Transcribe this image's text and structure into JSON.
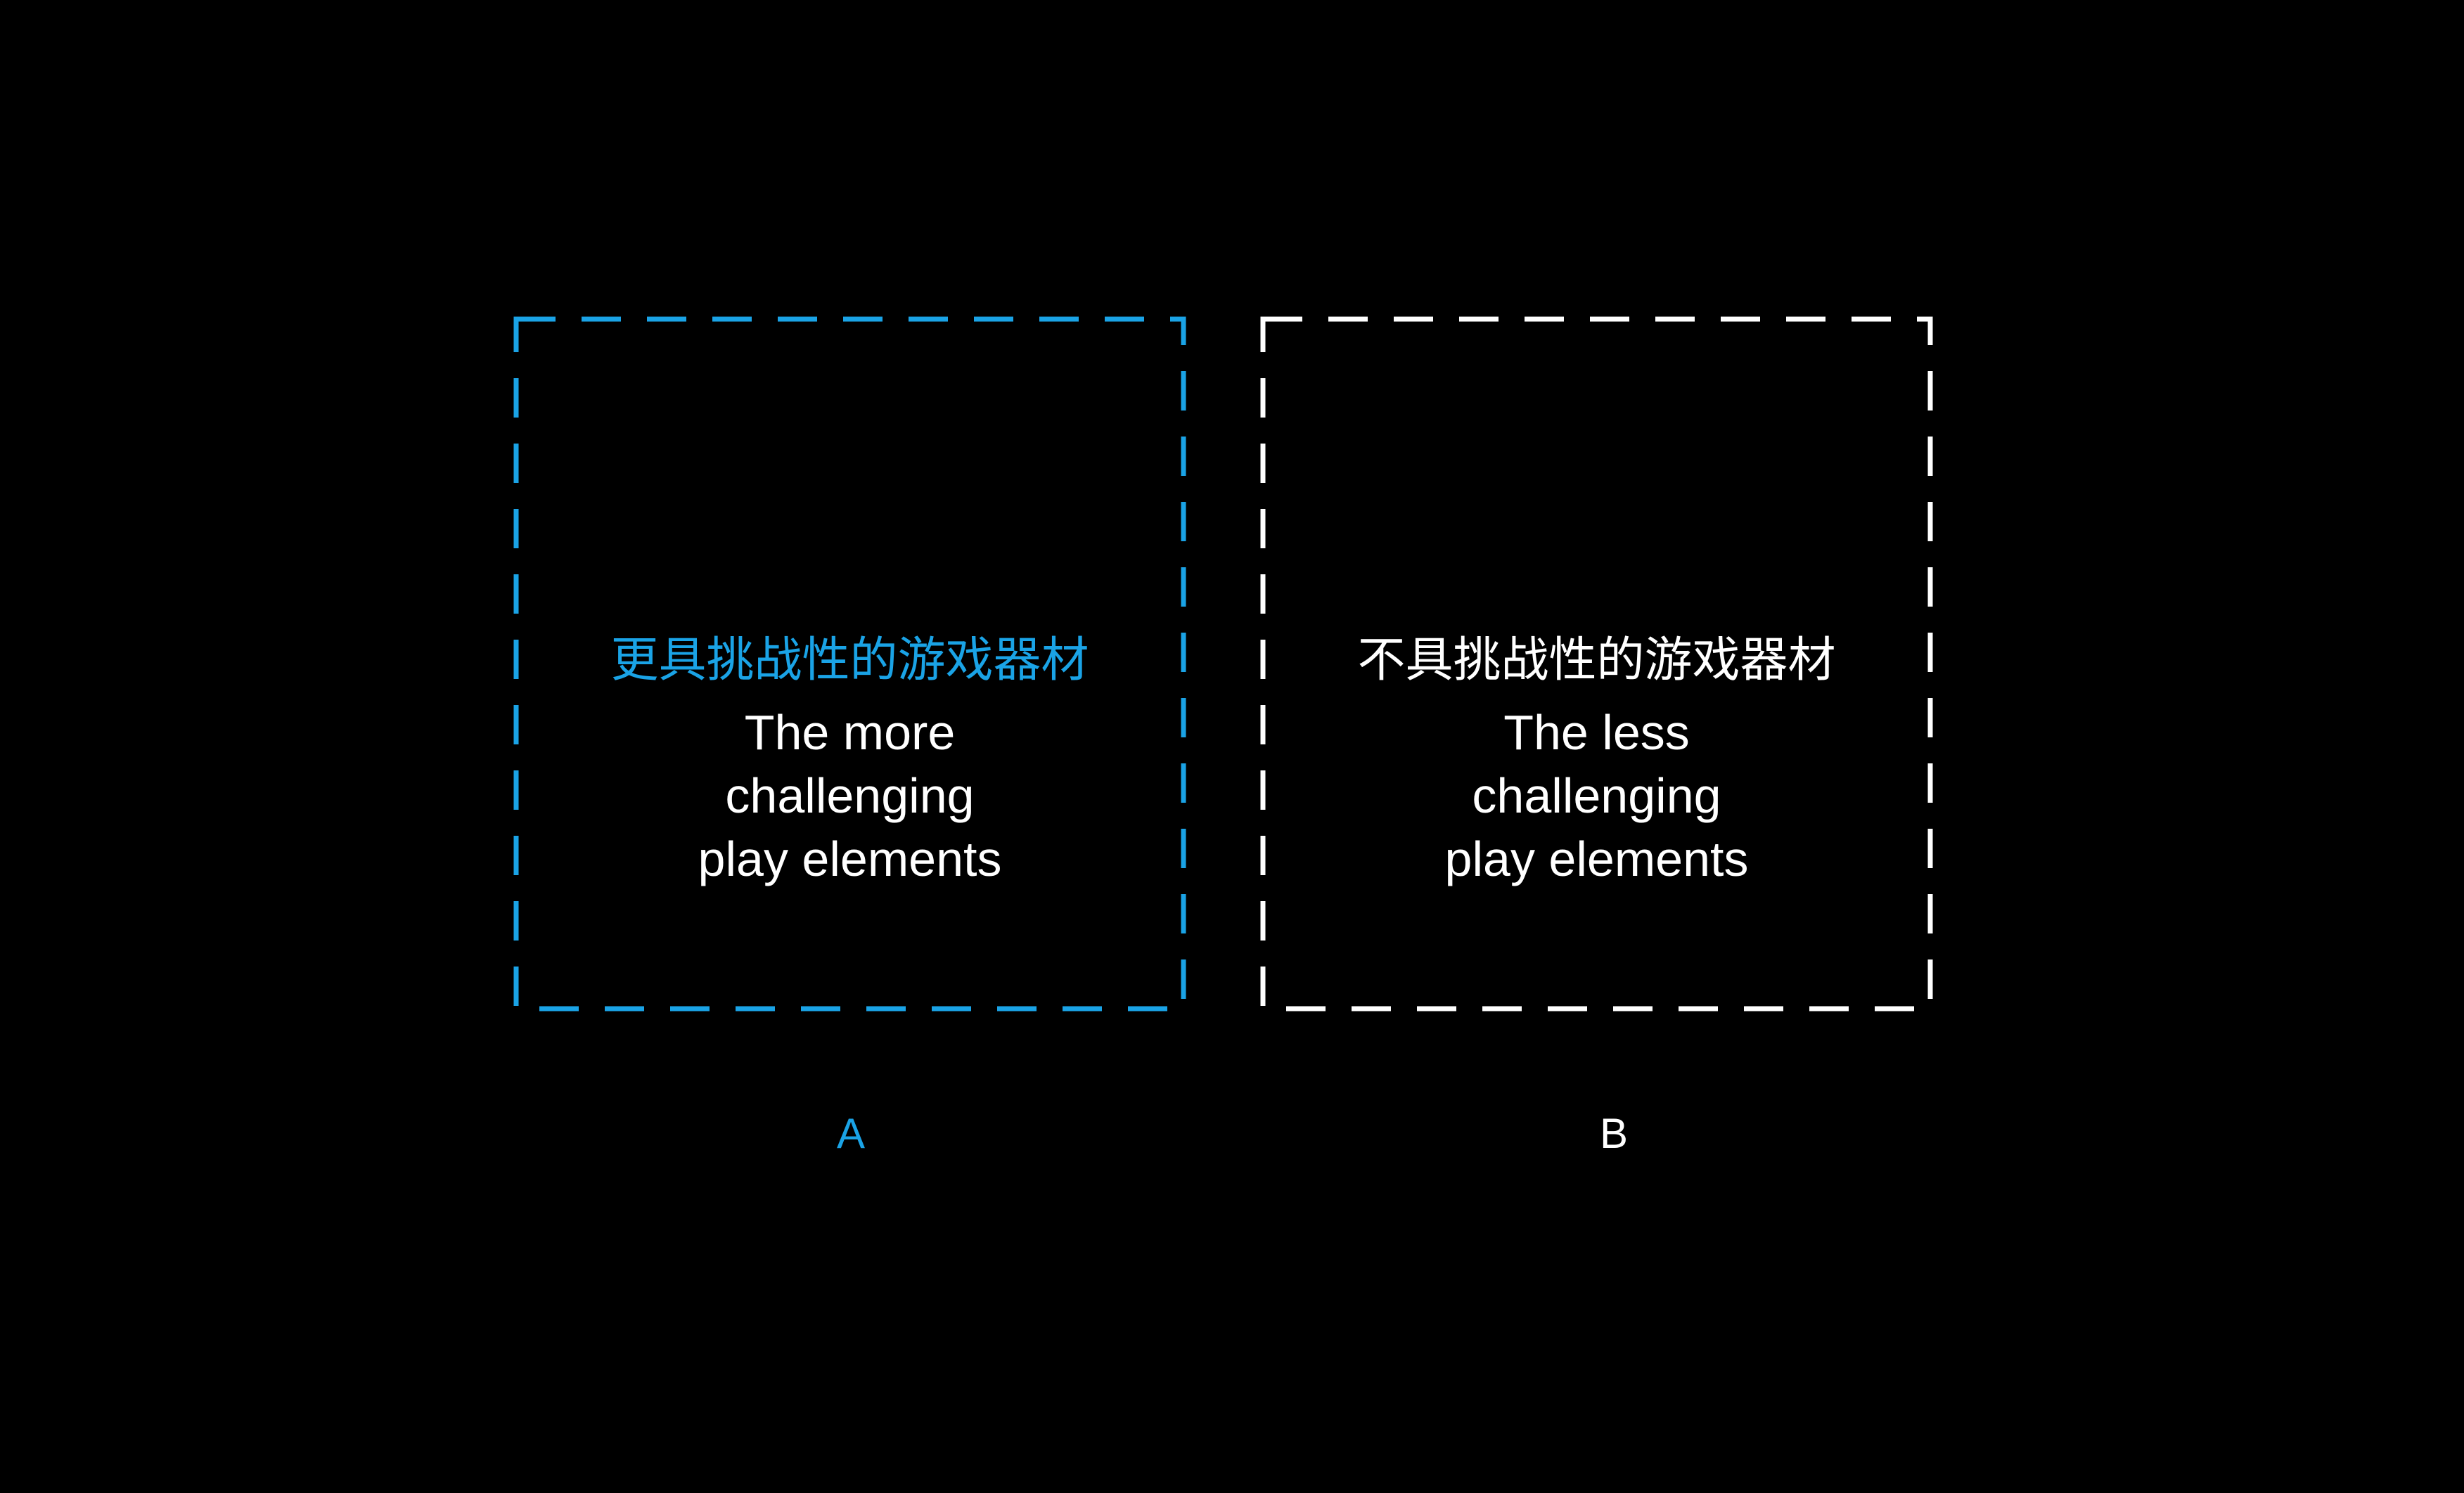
{
  "colors": {
    "background": "#000000",
    "accent_blue": "#1aa3e6",
    "white": "#ffffff"
  },
  "options": [
    {
      "letter": "A",
      "chinese_title": "更具挑战性的游戏器材",
      "english_lines": [
        "The more",
        "challenging",
        "play elements"
      ],
      "color": "#1aa3e6"
    },
    {
      "letter": "B",
      "chinese_title": "不具挑战性的游戏器材",
      "english_lines": [
        "The less",
        "challenging",
        "play elements"
      ],
      "color": "#ffffff"
    }
  ]
}
